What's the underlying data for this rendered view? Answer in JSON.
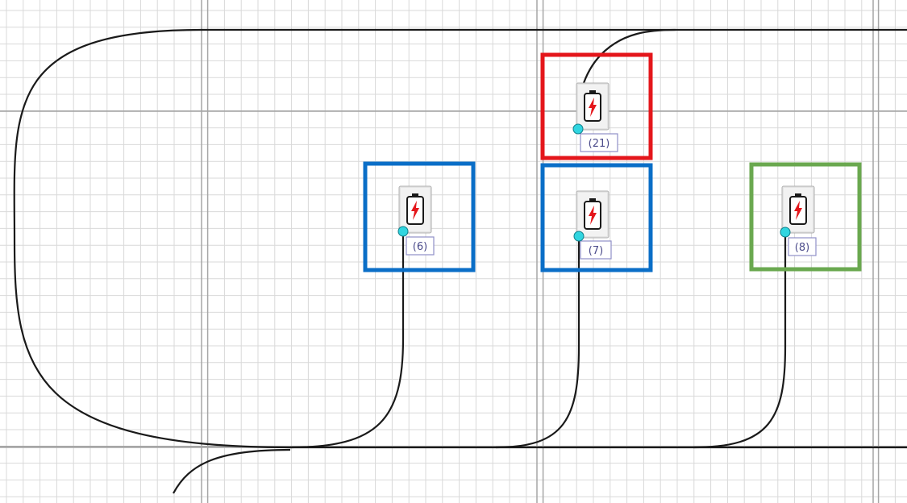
{
  "diagram": {
    "background": "#ffffff",
    "grid": {
      "minor_color": "#d9d9d9",
      "major_color": "#a6a6a6"
    },
    "wire_color": "#1a1a1a",
    "nodes": [
      {
        "id": "node-6",
        "label": "(6)",
        "icon": "battery-icon",
        "highlight": "#0a6ec7"
      },
      {
        "id": "node-7",
        "label": "(7)",
        "icon": "battery-icon",
        "highlight": "#0a6ec7"
      },
      {
        "id": "node-21",
        "label": "(21)",
        "icon": "battery-icon",
        "highlight": "#e4161b"
      },
      {
        "id": "node-8",
        "label": "(8)",
        "icon": "battery-icon",
        "highlight": "#6aa84f"
      }
    ],
    "port_color": "#30d5e0",
    "icon_colors": {
      "bolt": "#e4161b",
      "body": "#1a1a1a",
      "tile": "#e4e4e4"
    }
  }
}
